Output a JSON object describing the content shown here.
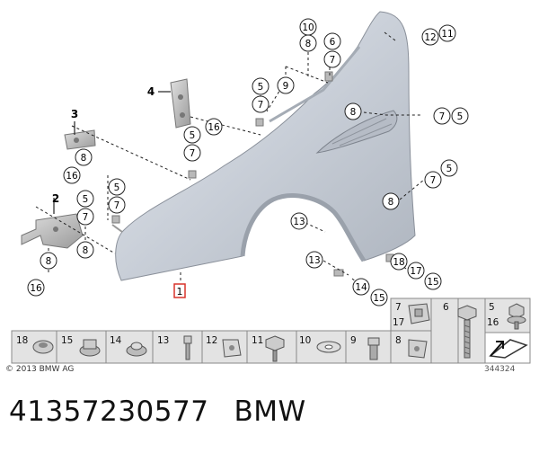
{
  "diagram": {
    "callouts": {
      "c10": "10",
      "c8a": "8",
      "c6a": "6",
      "c7a": "7",
      "c12": "12",
      "c11": "11",
      "c9": "9",
      "c5a": "5",
      "c7b": "7",
      "c16a": "16",
      "c5b": "5",
      "c7c": "7",
      "c8b": "8",
      "c7d": "7",
      "c5c": "5",
      "c8c": "8",
      "c16b": "16",
      "c5d": "5",
      "c7e": "7",
      "c5e": "5",
      "c7f": "7",
      "c7g": "7",
      "c5f": "5",
      "c8d": "8",
      "c8e": "8",
      "c16c": "16",
      "c13a": "13",
      "c13b": "13",
      "c18a": "18",
      "c17a": "17",
      "c15a": "15",
      "c14a": "14",
      "c15b": "15"
    },
    "leaders": {
      "l4": "4",
      "l3": "3",
      "l2": "2"
    },
    "main_part_label": "1",
    "legend_labels": {
      "l18": "18",
      "l15": "15",
      "l14": "14",
      "l13": "13",
      "l12": "12",
      "l11": "11",
      "l10": "10",
      "l9": "9",
      "l8": "8",
      "l7": "7",
      "l17": "17",
      "l6": "6",
      "l5": "5",
      "l16": "16"
    }
  },
  "copyright": "© 2013 BMW AG",
  "drawing_id": "344324",
  "part_number": "41357230577",
  "brand": "BMW",
  "colors": {
    "fender": "#c9cfd8",
    "accent_box": "#d9342b",
    "legend_bg": "#e3e3e3"
  }
}
